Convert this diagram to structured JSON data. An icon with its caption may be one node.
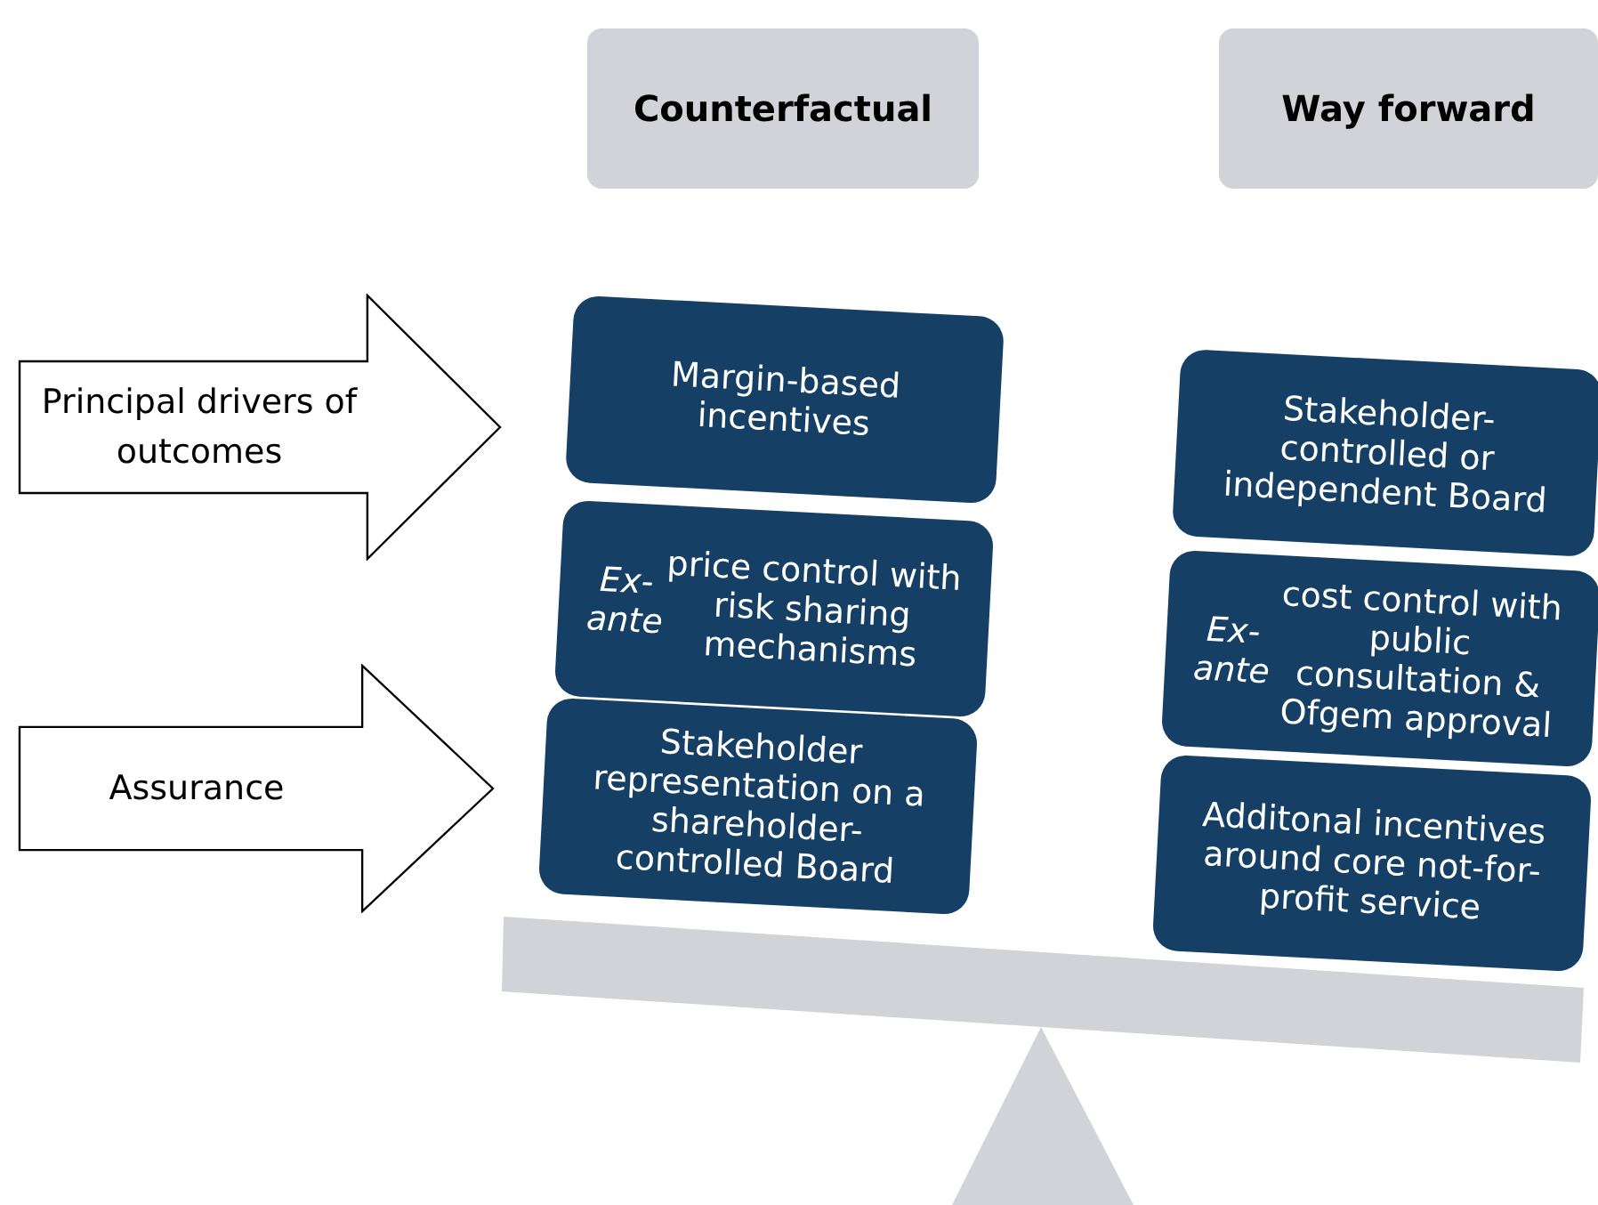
{
  "diagram": {
    "nodes": [
      {
        "text": [
          "Counterfactual"
        ]
      },
      {
        "text": [
          "Way forward"
        ]
      },
      {
        "text": [
          "Principal drivers of outcomes"
        ]
      },
      {
        "text": [
          "Assurance"
        ]
      },
      {
        "text": [
          "Margin-based incentives"
        ]
      },
      {
        "text": [
          "*Ex-ante* price control with risk sharing mechanisms"
        ]
      },
      {
        "text": [
          "Stakeholder representation on a shareholder-controlled Board"
        ]
      },
      {
        "text": [
          "Stakeholder-controlled or independent Board"
        ]
      },
      {
        "text": [
          "*Ex-ante* cost control with public consultation & Ofgem approval"
        ]
      },
      {
        "text": [
          "Additonal incentives around core not-for-profit service"
        ]
      }
    ]
  }
}
